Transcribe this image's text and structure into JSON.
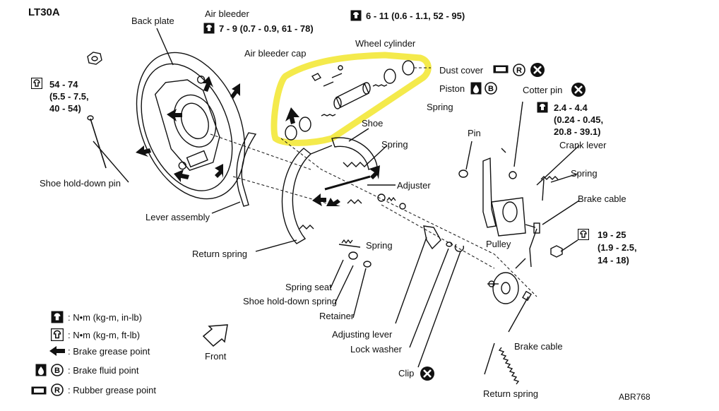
{
  "title": "LT30A",
  "figure_code": "ABR768",
  "highlight_color": "#f4ea4c",
  "labels": {
    "back_plate": "Back plate",
    "air_bleeder": "Air bleeder",
    "air_bleeder_torque": "7 - 9 (0.7 - 0.9, 61 - 78)",
    "wheel_cyl_torque": "6 - 11 (0.6 - 1.1, 52 - 95)",
    "air_bleeder_cap": "Air bleeder cap",
    "wheel_cylinder": "Wheel cylinder",
    "dust_cover": "Dust cover",
    "piston": "Piston",
    "spring_top": "Spring",
    "cotter_pin": "Cotter pin",
    "cotter_torque_1": "2.4 - 4.4",
    "cotter_torque_2": "(0.24 - 0.45,",
    "cotter_torque_3": "20.8 - 39.1)",
    "crank_lever": "Crank lever",
    "pin": "Pin",
    "shoe": "Shoe",
    "spring_shoe": "Spring",
    "adjuster": "Adjuster",
    "spring_right": "Spring",
    "brake_cable_top": "Brake cable",
    "backplate_torque_1": "54 - 74",
    "backplate_torque_2": "(5.5 - 7.5,",
    "backplate_torque_3": "40 - 54)",
    "shoe_hold_down_pin": "Shoe hold-down pin",
    "lever_assembly": "Lever assembly",
    "return_spring_left": "Return spring",
    "spring_lower": "Spring",
    "spring_seat": "Spring seat",
    "shoe_hold_down_spring": "Shoe hold-down spring",
    "retainer": "Retainer",
    "adjusting_lever": "Adjusting lever",
    "lock_washer": "Lock washer",
    "clip": "Clip",
    "pulley": "Pulley",
    "cable_torque_1": "19 - 25",
    "cable_torque_2": "(1.9 - 2.5,",
    "cable_torque_3": "14 - 18)",
    "brake_cable_bottom": "Brake cable",
    "return_spring_bottom": "Return spring",
    "front": "Front"
  },
  "legend": [
    {
      "icon": "torque-in-lb-icon",
      "text": ": N•m (kg-m, in-lb)"
    },
    {
      "icon": "torque-ft-lb-icon",
      "text": ": N•m (kg-m, ft-lb)"
    },
    {
      "icon": "grease-arrow-icon",
      "text": ": Brake grease point"
    },
    {
      "icon": "brake-fluid-icon",
      "text": ": Brake fluid point"
    },
    {
      "icon": "rubber-grease-icon",
      "text": ": Rubber grease point"
    }
  ]
}
